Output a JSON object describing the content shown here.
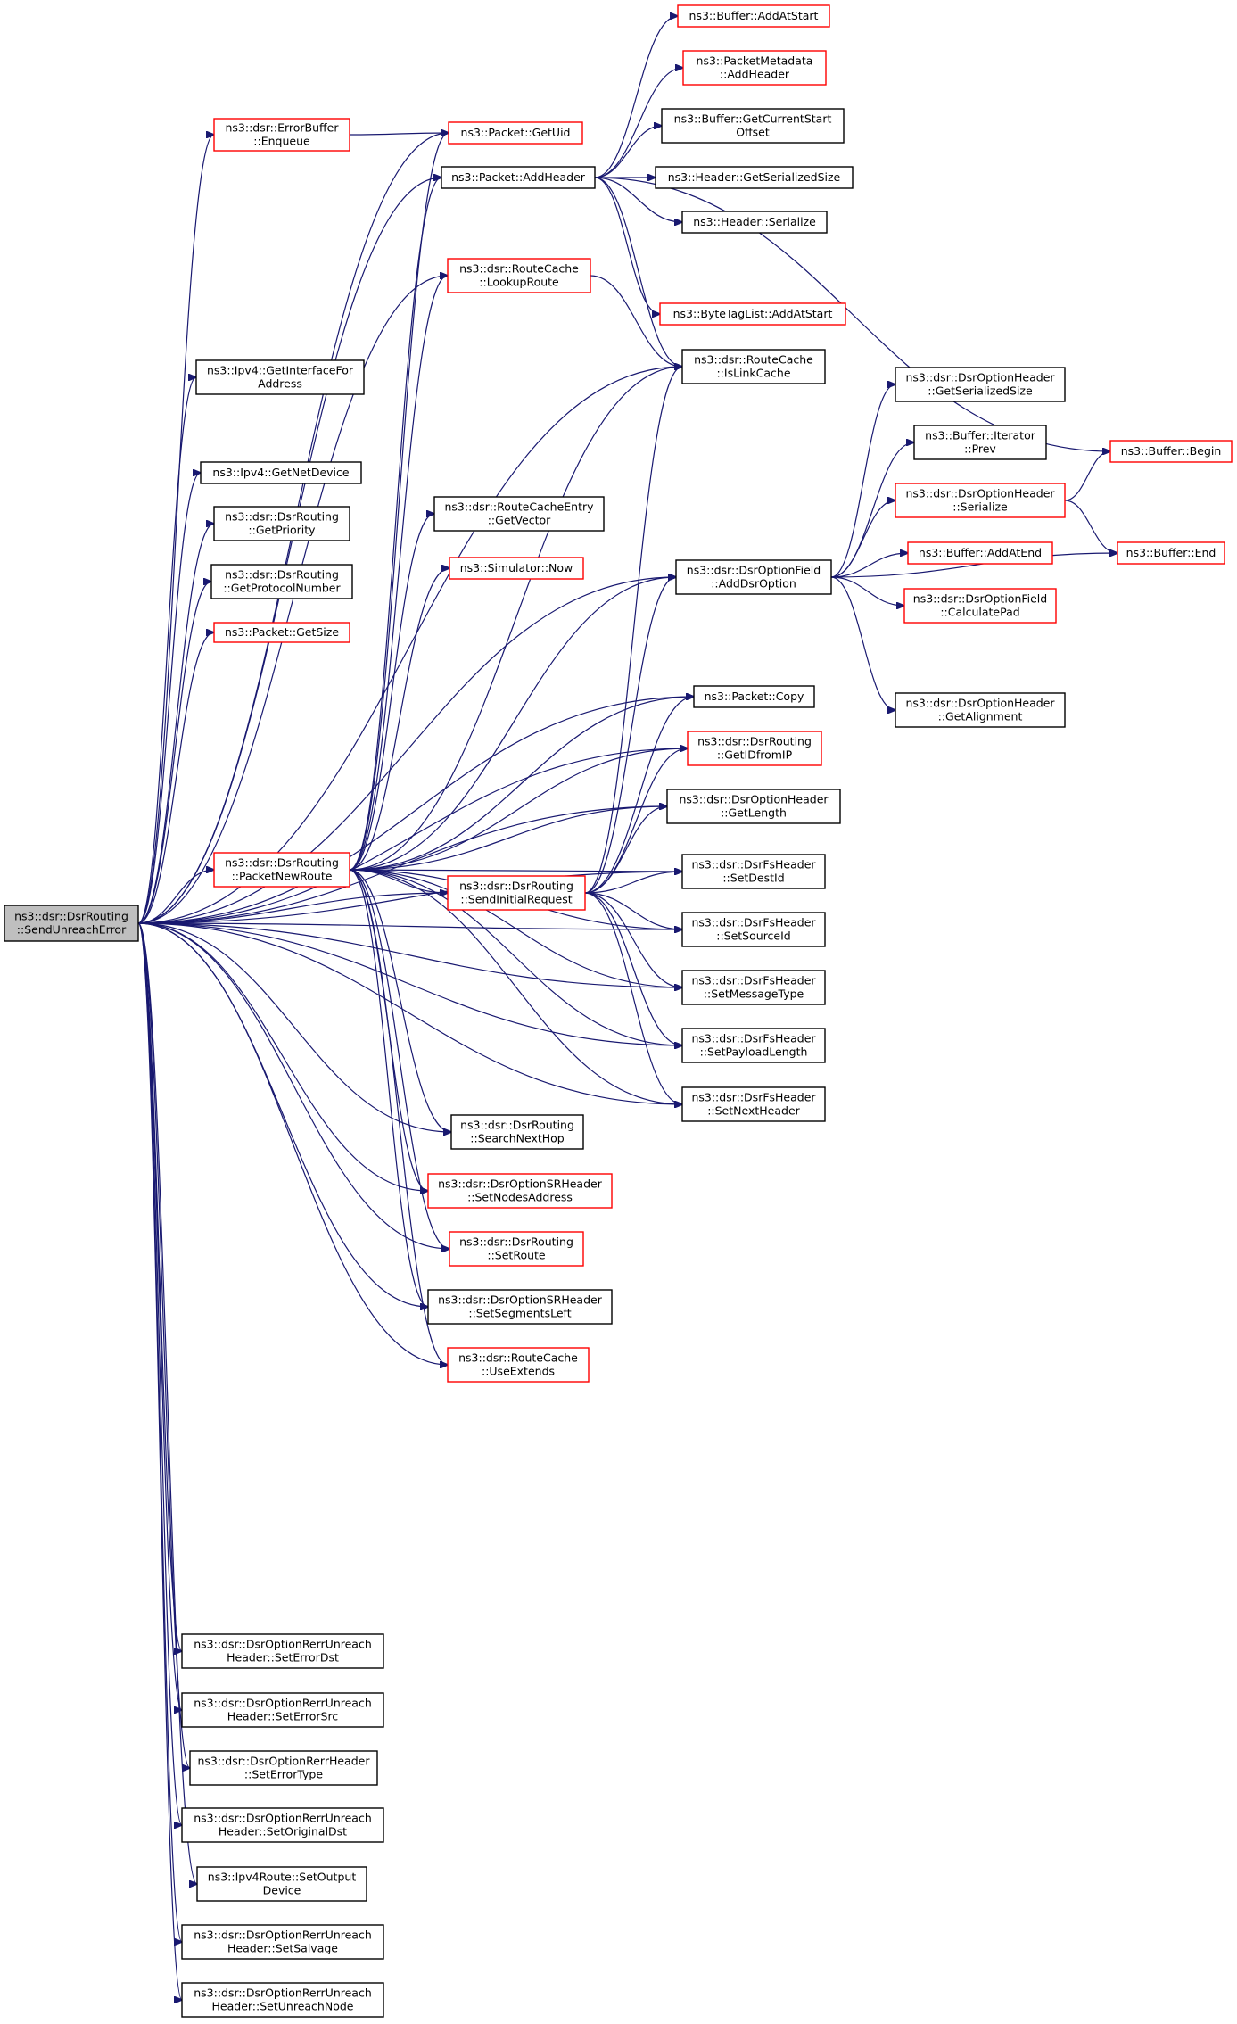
{
  "colors": {
    "edge": "#191970",
    "normal_border": "#000000",
    "red_border": "#ff0000",
    "root_fill": "#bfbfbf",
    "node_fill": "#ffffff"
  },
  "nodes": [
    {
      "id": "root",
      "lines": [
        "ns3::dsr::DsrRouting",
        "::SendUnreachError"
      ],
      "border": "black",
      "root": true
    },
    {
      "id": "errbuf_enqueue",
      "lines": [
        "ns3::dsr::ErrorBuffer",
        "::Enqueue"
      ],
      "border": "red"
    },
    {
      "id": "ipv4_getif",
      "lines": [
        "ns3::Ipv4::GetInterfaceFor",
        "Address"
      ],
      "border": "black"
    },
    {
      "id": "ipv4_getnetdev",
      "lines": [
        "ns3::Ipv4::GetNetDevice"
      ],
      "border": "black"
    },
    {
      "id": "dsr_getprio",
      "lines": [
        "ns3::dsr::DsrRouting",
        "::GetPriority"
      ],
      "border": "black"
    },
    {
      "id": "dsr_getproto",
      "lines": [
        "ns3::dsr::DsrRouting",
        "::GetProtocolNumber"
      ],
      "border": "black"
    },
    {
      "id": "pkt_getsize",
      "lines": [
        "ns3::Packet::GetSize"
      ],
      "border": "red"
    },
    {
      "id": "packetnewroute",
      "lines": [
        "ns3::dsr::DsrRouting",
        "::PacketNewRoute"
      ],
      "border": "red"
    },
    {
      "id": "erru_seterrdst",
      "lines": [
        "ns3::dsr::DsrOptionRerrUnreach",
        "Header::SetErrorDst"
      ],
      "border": "black"
    },
    {
      "id": "erru_seterrsrc",
      "lines": [
        "ns3::dsr::DsrOptionRerrUnreach",
        "Header::SetErrorSrc"
      ],
      "border": "black"
    },
    {
      "id": "rerr_seterrtype",
      "lines": [
        "ns3::dsr::DsrOptionRerrHeader",
        "::SetErrorType"
      ],
      "border": "black"
    },
    {
      "id": "erru_setorigdst",
      "lines": [
        "ns3::dsr::DsrOptionRerrUnreach",
        "Header::SetOriginalDst"
      ],
      "border": "black"
    },
    {
      "id": "ipv4route_setout",
      "lines": [
        "ns3::Ipv4Route::SetOutput",
        "Device"
      ],
      "border": "black"
    },
    {
      "id": "erru_setsalvage",
      "lines": [
        "ns3::dsr::DsrOptionRerrUnreach",
        "Header::SetSalvage"
      ],
      "border": "black"
    },
    {
      "id": "erru_setunreach",
      "lines": [
        "ns3::dsr::DsrOptionRerrUnreach",
        "Header::SetUnreachNode"
      ],
      "border": "black"
    },
    {
      "id": "pkt_getuid",
      "lines": [
        "ns3::Packet::GetUid"
      ],
      "border": "red"
    },
    {
      "id": "pkt_addheader",
      "lines": [
        "ns3::Packet::AddHeader"
      ],
      "border": "black"
    },
    {
      "id": "rc_lookuproute",
      "lines": [
        "ns3::dsr::RouteCache",
        "::LookupRoute"
      ],
      "border": "red"
    },
    {
      "id": "rce_getvector",
      "lines": [
        "ns3::dsr::RouteCacheEntry",
        "::GetVector"
      ],
      "border": "black"
    },
    {
      "id": "sim_now",
      "lines": [
        "ns3::Simulator::Now"
      ],
      "border": "red"
    },
    {
      "id": "sendinitialrequest",
      "lines": [
        "ns3::dsr::DsrRouting",
        "::SendInitialRequest"
      ],
      "border": "red"
    },
    {
      "id": "searchnexthop",
      "lines": [
        "ns3::dsr::DsrRouting",
        "::SearchNextHop"
      ],
      "border": "black"
    },
    {
      "id": "sr_setnodesaddr",
      "lines": [
        "ns3::dsr::DsrOptionSRHeader",
        "::SetNodesAddress"
      ],
      "border": "red"
    },
    {
      "id": "dsr_setroute",
      "lines": [
        "ns3::dsr::DsrRouting",
        "::SetRoute"
      ],
      "border": "red"
    },
    {
      "id": "sr_setsegleft",
      "lines": [
        "ns3::dsr::DsrOptionSRHeader",
        "::SetSegmentsLeft"
      ],
      "border": "black"
    },
    {
      "id": "rc_useextends",
      "lines": [
        "ns3::dsr::RouteCache",
        "::UseExtends"
      ],
      "border": "red"
    },
    {
      "id": "buf_addatstart",
      "lines": [
        "ns3::Buffer::AddAtStart"
      ],
      "border": "red"
    },
    {
      "id": "pm_addheader",
      "lines": [
        "ns3::PacketMetadata",
        "::AddHeader"
      ],
      "border": "red"
    },
    {
      "id": "buf_getcurstart",
      "lines": [
        "ns3::Buffer::GetCurrentStart",
        "Offset"
      ],
      "border": "black"
    },
    {
      "id": "hdr_getsersize",
      "lines": [
        "ns3::Header::GetSerializedSize"
      ],
      "border": "black"
    },
    {
      "id": "hdr_serialize",
      "lines": [
        "ns3::Header::Serialize"
      ],
      "border": "black"
    },
    {
      "id": "btl_addatstart",
      "lines": [
        "ns3::ByteTagList::AddAtStart"
      ],
      "border": "red"
    },
    {
      "id": "rc_islinkcache",
      "lines": [
        "ns3::dsr::RouteCache",
        "::IsLinkCache"
      ],
      "border": "black"
    },
    {
      "id": "of_adddsroption",
      "lines": [
        "ns3::dsr::DsrOptionField",
        "::AddDsrOption"
      ],
      "border": "black"
    },
    {
      "id": "pkt_copy",
      "lines": [
        "ns3::Packet::Copy"
      ],
      "border": "black"
    },
    {
      "id": "dsr_getidfromip",
      "lines": [
        "ns3::dsr::DsrRouting",
        "::GetIDfromIP"
      ],
      "border": "red"
    },
    {
      "id": "oh_getlength",
      "lines": [
        "ns3::dsr::DsrOptionHeader",
        "::GetLength"
      ],
      "border": "black"
    },
    {
      "id": "fs_setdestid",
      "lines": [
        "ns3::dsr::DsrFsHeader",
        "::SetDestId"
      ],
      "border": "black"
    },
    {
      "id": "fs_setsourceid",
      "lines": [
        "ns3::dsr::DsrFsHeader",
        "::SetSourceId"
      ],
      "border": "black"
    },
    {
      "id": "fs_setmsgtype",
      "lines": [
        "ns3::dsr::DsrFsHeader",
        "::SetMessageType"
      ],
      "border": "black"
    },
    {
      "id": "fs_setpayloadlen",
      "lines": [
        "ns3::dsr::DsrFsHeader",
        "::SetPayloadLength"
      ],
      "border": "black"
    },
    {
      "id": "fs_setnexthdr",
      "lines": [
        "ns3::dsr::DsrFsHeader",
        "::SetNextHeader"
      ],
      "border": "black"
    },
    {
      "id": "oh_getsersize",
      "lines": [
        "ns3::dsr::DsrOptionHeader",
        "::GetSerializedSize"
      ],
      "border": "black"
    },
    {
      "id": "bufit_prev",
      "lines": [
        "ns3::Buffer::Iterator",
        "::Prev"
      ],
      "border": "black"
    },
    {
      "id": "oh_serialize",
      "lines": [
        "ns3::dsr::DsrOptionHeader",
        "::Serialize"
      ],
      "border": "red"
    },
    {
      "id": "buf_addatend",
      "lines": [
        "ns3::Buffer::AddAtEnd"
      ],
      "border": "red"
    },
    {
      "id": "of_calcpad",
      "lines": [
        "ns3::dsr::DsrOptionField",
        "::CalculatePad"
      ],
      "border": "red"
    },
    {
      "id": "oh_getalign",
      "lines": [
        "ns3::dsr::DsrOptionHeader",
        "::GetAlignment"
      ],
      "border": "black"
    },
    {
      "id": "buf_begin",
      "lines": [
        "ns3::Buffer::Begin"
      ],
      "border": "red"
    },
    {
      "id": "buf_end",
      "lines": [
        "ns3::Buffer::End"
      ],
      "border": "red"
    }
  ],
  "edges": [
    [
      "root",
      "pkt_getuid"
    ],
    [
      "root",
      "errbuf_enqueue"
    ],
    [
      "root",
      "pkt_addheader"
    ],
    [
      "root",
      "rc_lookuproute"
    ],
    [
      "root",
      "ipv4_getif"
    ],
    [
      "root",
      "ipv4_getnetdev"
    ],
    [
      "root",
      "dsr_getprio"
    ],
    [
      "root",
      "dsr_getproto"
    ],
    [
      "root",
      "pkt_getsize"
    ],
    [
      "root",
      "packetnewroute"
    ],
    [
      "root",
      "sendinitialrequest"
    ],
    [
      "root",
      "searchnexthop"
    ],
    [
      "root",
      "sr_setnodesaddr"
    ],
    [
      "root",
      "dsr_setroute"
    ],
    [
      "root",
      "sr_setsegleft"
    ],
    [
      "root",
      "rc_useextends"
    ],
    [
      "root",
      "of_adddsroption"
    ],
    [
      "root",
      "pkt_copy"
    ],
    [
      "root",
      "dsr_getidfromip"
    ],
    [
      "root",
      "oh_getlength"
    ],
    [
      "root",
      "rc_islinkcache"
    ],
    [
      "root",
      "fs_setdestid"
    ],
    [
      "root",
      "fs_setsourceid"
    ],
    [
      "root",
      "fs_setmsgtype"
    ],
    [
      "root",
      "fs_setpayloadlen"
    ],
    [
      "root",
      "fs_setnexthdr"
    ],
    [
      "root",
      "erru_seterrdst"
    ],
    [
      "root",
      "erru_seterrsrc"
    ],
    [
      "root",
      "rerr_seterrtype"
    ],
    [
      "root",
      "erru_setorigdst"
    ],
    [
      "root",
      "ipv4route_setout"
    ],
    [
      "root",
      "erru_setsalvage"
    ],
    [
      "root",
      "erru_setunreach"
    ],
    [
      "errbuf_enqueue",
      "pkt_getuid"
    ],
    [
      "packetnewroute",
      "pkt_getuid"
    ],
    [
      "packetnewroute",
      "pkt_addheader"
    ],
    [
      "packetnewroute",
      "rc_lookuproute"
    ],
    [
      "packetnewroute",
      "rce_getvector"
    ],
    [
      "packetnewroute",
      "sim_now"
    ],
    [
      "packetnewroute",
      "pkt_copy"
    ],
    [
      "packetnewroute",
      "dsr_getidfromip"
    ],
    [
      "packetnewroute",
      "oh_getlength"
    ],
    [
      "packetnewroute",
      "fs_setdestid"
    ],
    [
      "packetnewroute",
      "fs_setsourceid"
    ],
    [
      "packetnewroute",
      "fs_setmsgtype"
    ],
    [
      "packetnewroute",
      "fs_setpayloadlen"
    ],
    [
      "packetnewroute",
      "fs_setnexthdr"
    ],
    [
      "packetnewroute",
      "sendinitialrequest"
    ],
    [
      "packetnewroute",
      "searchnexthop"
    ],
    [
      "packetnewroute",
      "sr_setnodesaddr"
    ],
    [
      "packetnewroute",
      "dsr_setroute"
    ],
    [
      "packetnewroute",
      "sr_setsegleft"
    ],
    [
      "packetnewroute",
      "rc_useextends"
    ],
    [
      "packetnewroute",
      "of_adddsroption"
    ],
    [
      "packetnewroute",
      "rc_islinkcache"
    ],
    [
      "sendinitialrequest",
      "pkt_copy"
    ],
    [
      "sendinitialrequest",
      "dsr_getidfromip"
    ],
    [
      "sendinitialrequest",
      "oh_getlength"
    ],
    [
      "sendinitialrequest",
      "fs_setdestid"
    ],
    [
      "sendinitialrequest",
      "fs_setsourceid"
    ],
    [
      "sendinitialrequest",
      "fs_setmsgtype"
    ],
    [
      "sendinitialrequest",
      "fs_setpayloadlen"
    ],
    [
      "sendinitialrequest",
      "fs_setnexthdr"
    ],
    [
      "sendinitialrequest",
      "of_adddsroption"
    ],
    [
      "sendinitialrequest",
      "rc_islinkcache"
    ],
    [
      "pkt_addheader",
      "buf_addatstart"
    ],
    [
      "pkt_addheader",
      "pm_addheader"
    ],
    [
      "pkt_addheader",
      "buf_getcurstart"
    ],
    [
      "pkt_addheader",
      "hdr_getsersize"
    ],
    [
      "pkt_addheader",
      "hdr_serialize"
    ],
    [
      "pkt_addheader",
      "btl_addatstart"
    ],
    [
      "pkt_addheader",
      "buf_begin"
    ],
    [
      "pkt_addheader",
      "rc_islinkcache"
    ],
    [
      "rc_lookuproute",
      "rc_islinkcache"
    ],
    [
      "of_adddsroption",
      "oh_getsersize"
    ],
    [
      "of_adddsroption",
      "bufit_prev"
    ],
    [
      "of_adddsroption",
      "oh_serialize"
    ],
    [
      "of_adddsroption",
      "buf_addatend"
    ],
    [
      "of_adddsroption",
      "of_calcpad"
    ],
    [
      "of_adddsroption",
      "oh_getalign"
    ],
    [
      "of_adddsroption",
      "buf_end"
    ],
    [
      "oh_serialize",
      "buf_begin"
    ],
    [
      "oh_serialize",
      "buf_end"
    ]
  ]
}
